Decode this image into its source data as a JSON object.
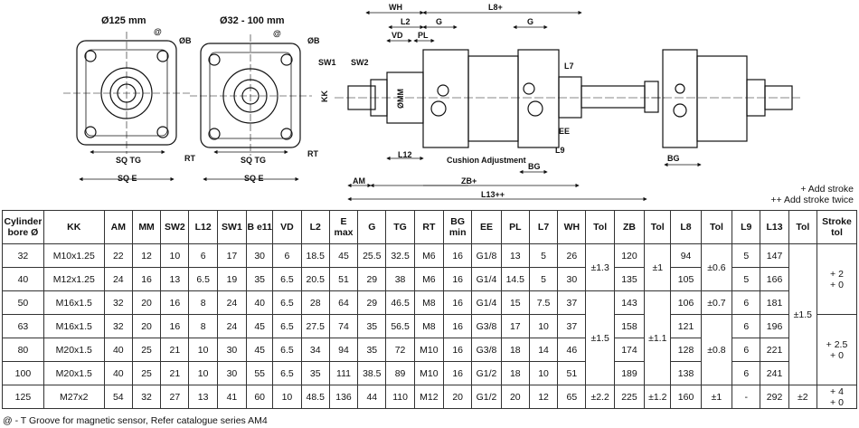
{
  "drawing": {
    "view1_title": "Ø125 mm",
    "view2_title": "Ø32 - 100 mm",
    "labels": {
      "at": "@",
      "ob": "ØB",
      "rt": "RT",
      "sq_tg": "SQ TG",
      "sq_e": "SQ E",
      "wh": "WH",
      "l8": "L8+",
      "l2": "L2",
      "g": "G",
      "vd": "VD",
      "pl": "PL",
      "sw1": "SW1",
      "sw2": "SW2",
      "kk": "KK",
      "mm": "ØMM",
      "l7": "L7",
      "ee": "EE",
      "l9": "L9",
      "l12": "L12",
      "cushion": "Cushion Adjustment",
      "bg": "BG",
      "am": "AM",
      "zb": "ZB+",
      "l13": "L13++"
    }
  },
  "notes": {
    "add_stroke": "+ Add stroke",
    "add_stroke_twice": "++ Add stroke twice"
  },
  "table": {
    "headers": [
      "Cylinder bore Ø",
      "KK",
      "AM",
      "MM",
      "SW2",
      "L12",
      "SW1",
      "B e11",
      "VD",
      "L2",
      "E max",
      "G",
      "TG",
      "RT",
      "BG min",
      "EE",
      "PL",
      "L7",
      "WH",
      "Tol",
      "ZB",
      "Tol",
      "L8",
      "Tol",
      "L9",
      "L13",
      "Tol",
      "Stroke tol"
    ],
    "rows": [
      [
        "32",
        "M10x1.25",
        "22",
        "12",
        "10",
        "6",
        "17",
        "30",
        "6",
        "18.5",
        "45",
        "25.5",
        "32.5",
        "M6",
        "16",
        "G1/8",
        "13",
        "5",
        "26",
        "120",
        "94",
        "5",
        "147"
      ],
      [
        "40",
        "M12x1.25",
        "24",
        "16",
        "13",
        "6.5",
        "19",
        "35",
        "6.5",
        "20.5",
        "51",
        "29",
        "38",
        "M6",
        "16",
        "G1/4",
        "14.5",
        "5",
        "30",
        "135",
        "105",
        "5",
        "166"
      ],
      [
        "50",
        "M16x1.5",
        "32",
        "20",
        "16",
        "8",
        "24",
        "40",
        "6.5",
        "28",
        "64",
        "29",
        "46.5",
        "M8",
        "16",
        "G1/4",
        "15",
        "7.5",
        "37",
        "143",
        "106",
        "6",
        "181"
      ],
      [
        "63",
        "M16x1.5",
        "32",
        "20",
        "16",
        "8",
        "24",
        "45",
        "6.5",
        "27.5",
        "74",
        "35",
        "56.5",
        "M8",
        "16",
        "G3/8",
        "17",
        "10",
        "37",
        "158",
        "121",
        "6",
        "196"
      ],
      [
        "80",
        "M20x1.5",
        "40",
        "25",
        "21",
        "10",
        "30",
        "45",
        "6.5",
        "34",
        "94",
        "35",
        "72",
        "M10",
        "16",
        "G3/8",
        "18",
        "14",
        "46",
        "174",
        "128",
        "6",
        "221"
      ],
      [
        "100",
        "M20x1.5",
        "40",
        "25",
        "21",
        "10",
        "30",
        "55",
        "6.5",
        "35",
        "111",
        "38.5",
        "89",
        "M10",
        "16",
        "G1/2",
        "18",
        "10",
        "51",
        "189",
        "138",
        "6",
        "241"
      ],
      [
        "125",
        "M27x2",
        "54",
        "32",
        "27",
        "13",
        "41",
        "60",
        "10",
        "48.5",
        "136",
        "44",
        "110",
        "M12",
        "20",
        "G1/2",
        "20",
        "12",
        "65",
        "225",
        "160",
        "-",
        "292"
      ]
    ],
    "wh_tol": [
      "±1.3",
      "±1.5",
      "±2.2"
    ],
    "zb_tol": [
      "±1",
      "±1.1",
      "±1.2"
    ],
    "l8_tol": [
      "±0.6",
      "±0.7",
      "±0.8",
      "±1"
    ],
    "l13_tol": [
      "±1.5",
      "±2"
    ],
    "stroke_tol": [
      "+ 2\n+ 0",
      "+ 2.5\n+ 0",
      "+ 4\n+ 0"
    ]
  },
  "footnote": "@ - T Groove for magnetic sensor, Refer catalogue series AM4"
}
